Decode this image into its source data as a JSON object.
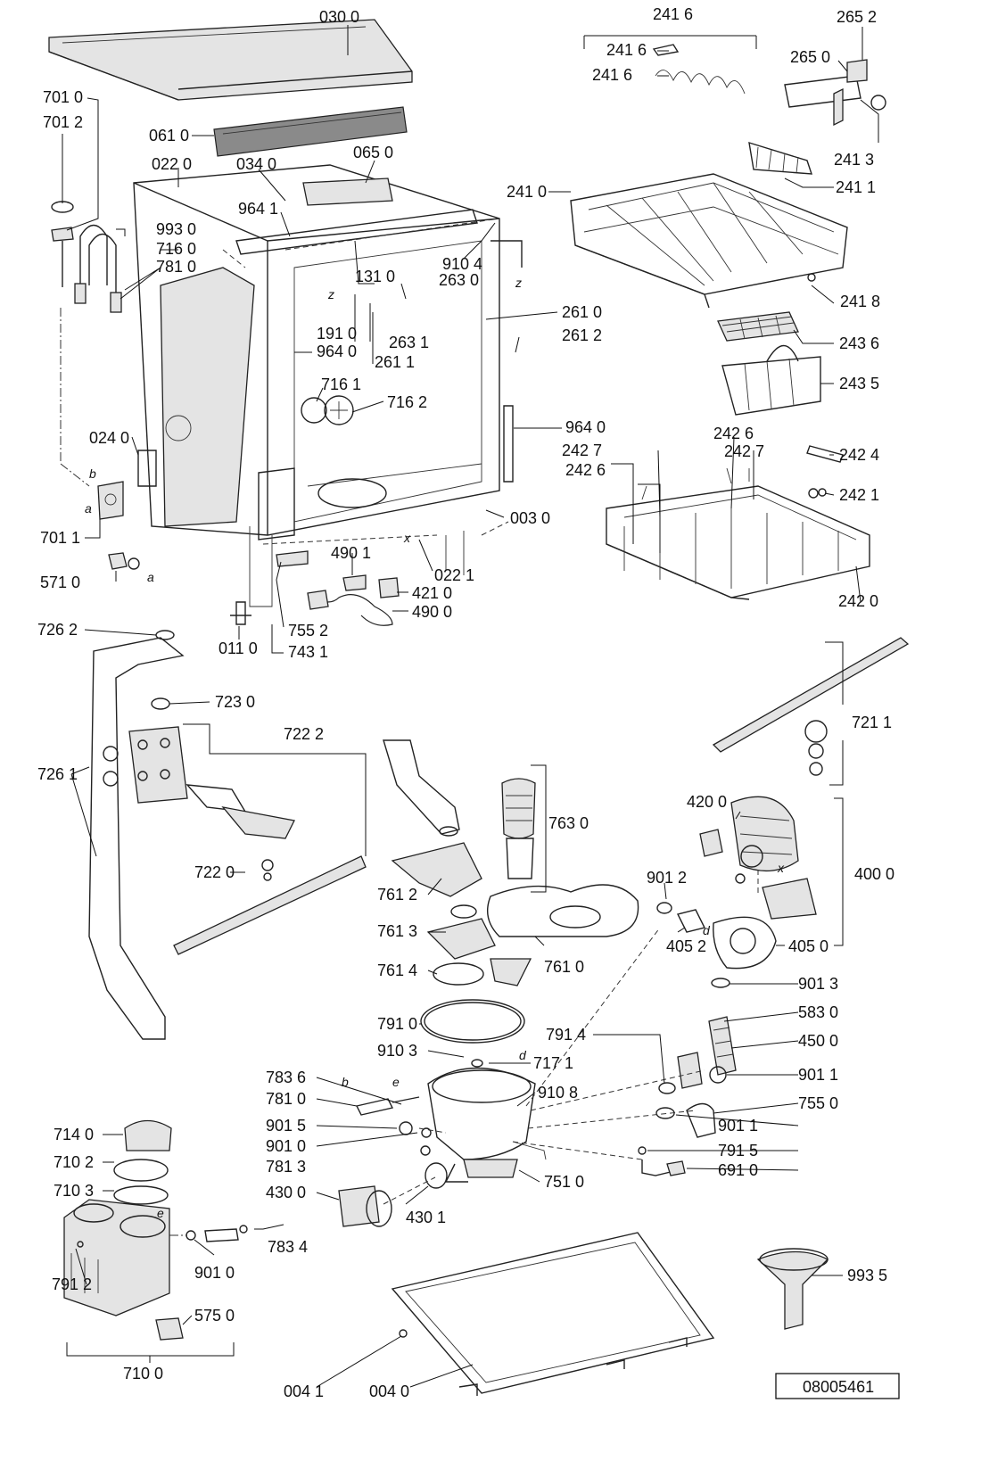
{
  "labels": {
    "l0300": "030 0",
    "l2416a": "241 6",
    "l2652": "265 2",
    "l2416b": "241 6",
    "l2650": "265 0",
    "l2416c": "241 6",
    "l7010": "701 0",
    "l7012": "701 2",
    "l0610": "061 0",
    "l2413": "241 3",
    "l0220": "022 0",
    "l0340": "034 0",
    "l0650": "065 0",
    "l2410": "241 0",
    "l2411": "241 1",
    "l9641a": "964 1",
    "l9930": "993 0",
    "l7160": "716 0",
    "l7810a": "781 0",
    "l1310": "131 0",
    "l9104": "910 4",
    "l2630": "263 0",
    "l2418": "241 8",
    "l2610": "261 0",
    "l2631": "263 1",
    "l2612": "261 2",
    "l1910": "191 0",
    "l9640a": "964 0",
    "l2611": "261 1",
    "l2436": "243 6",
    "l7161": "716 1",
    "l7162": "716 2",
    "l2435": "243 5",
    "l9640b": "964 0",
    "l0240": "024 0",
    "l2426a": "242 6",
    "l2427a": "242 7",
    "l2427b": "242 7",
    "l2426b": "242 6",
    "l2424": "242 4",
    "l2421": "242 1",
    "l0030": "003 0",
    "l7011": "701 1",
    "l4901": "490 1",
    "l0221": "022 1",
    "l5710": "571 0",
    "l4210": "421 0",
    "l2420": "242 0",
    "l4900": "490 0",
    "l7262": "726 2",
    "l0110": "011 0",
    "l7552": "755 2",
    "l7431": "743 1",
    "l7230": "723 0",
    "l7222": "722 2",
    "l7211": "721 1",
    "l7261": "726 1",
    "l7630": "763 0",
    "l4200": "420 0",
    "l7220": "722 0",
    "l7612": "761 2",
    "l4000": "400 0",
    "l9012": "901 2",
    "l7613": "761 3",
    "l4052": "405 2",
    "l4050": "405 0",
    "l7614": "761 4",
    "l7610": "761 0",
    "l9013": "901 3",
    "l5830": "583 0",
    "l7910": "791 0",
    "l4500": "450 0",
    "l9103": "910 3",
    "l7914": "791 4",
    "l7171": "717 1",
    "l9011a": "901 1",
    "l7836": "783 6",
    "l9108": "910 8",
    "l7810b": "781 0",
    "l7550": "755 0",
    "l9015": "901 5",
    "l9011b": "901 1",
    "l9010a": "901 0",
    "l7915": "791 5",
    "l7813": "781 3",
    "l6910": "691 0",
    "l7140": "714 0",
    "l7510": "751 0",
    "l7102": "710 2",
    "l4300": "430 0",
    "l4301": "430 1",
    "l7103": "710 3",
    "l7834": "783 4",
    "l9010b": "901 0",
    "l9935": "993 5",
    "l7912": "791 2",
    "l5750": "575 0",
    "l7100": "710 0",
    "l0041": "004 1",
    "l0040": "004 0"
  },
  "letters": {
    "z1": "z",
    "z2": "z",
    "b1": "b",
    "a1": "a",
    "a2": "a",
    "x1": "x",
    "x2": "x",
    "d1": "d",
    "d2": "d",
    "b2": "b",
    "e1": "e",
    "e2": "e"
  },
  "document_number": "08005461"
}
